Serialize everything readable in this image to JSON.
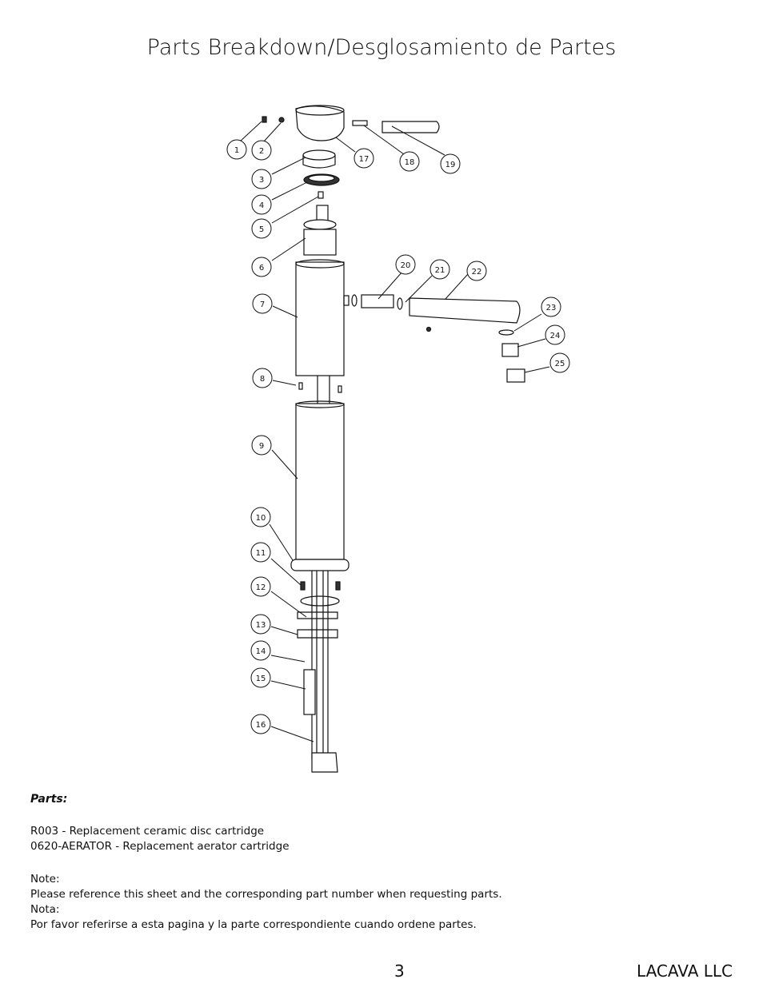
{
  "title": "Parts Breakdown/Desglosamiento de Partes",
  "callouts": [
    "1",
    "2",
    "3",
    "4",
    "5",
    "6",
    "7",
    "8",
    "9",
    "10",
    "11",
    "12",
    "13",
    "14",
    "15",
    "16",
    "17",
    "18",
    "19",
    "20",
    "21",
    "22",
    "23",
    "24",
    "25"
  ],
  "parts": {
    "heading": "Parts:",
    "items": [
      "R003 - Replacement ceramic disc cartridge",
      "0620-AERATOR - Replacement aerator cartridge"
    ]
  },
  "notes": {
    "note_label": "Note:",
    "note_text": "Please reference this sheet and the corresponding part number when requesting parts.",
    "nota_label": "Nota:",
    "nota_text": "Por favor referirse a esta pagina y la parte correspondiente cuando ordene partes."
  },
  "footer": {
    "page_number": "3",
    "company": "LACAVA LLC"
  }
}
